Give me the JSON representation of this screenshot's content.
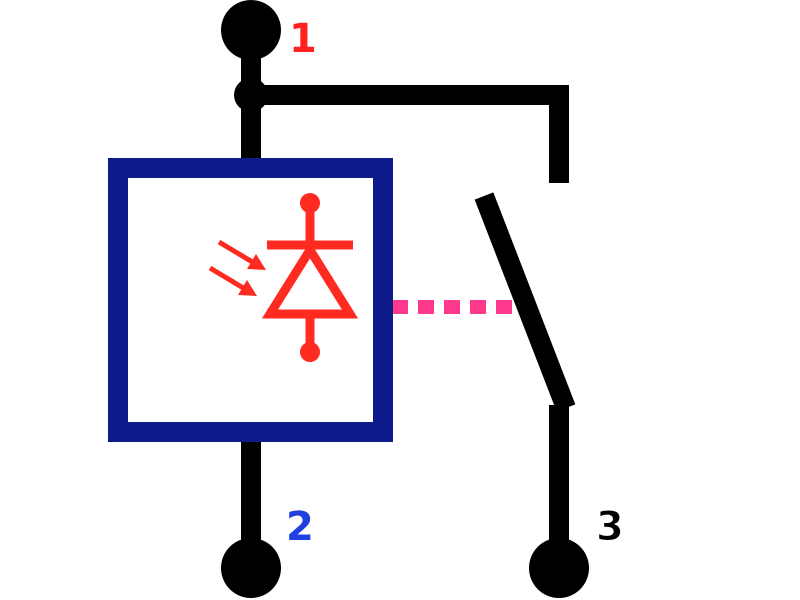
{
  "pins": [
    {
      "id": "1",
      "label": "1",
      "color": "#ff2020"
    },
    {
      "id": "2",
      "label": "2",
      "color": "#2040e0"
    },
    {
      "id": "3",
      "label": "3",
      "color": "#000000"
    }
  ],
  "colors": {
    "wire": "#000000",
    "housing": "#0d1a8a",
    "photodiode": "#ff2b20",
    "optical_link": "#ff3a8c",
    "background": "#ffffff"
  }
}
